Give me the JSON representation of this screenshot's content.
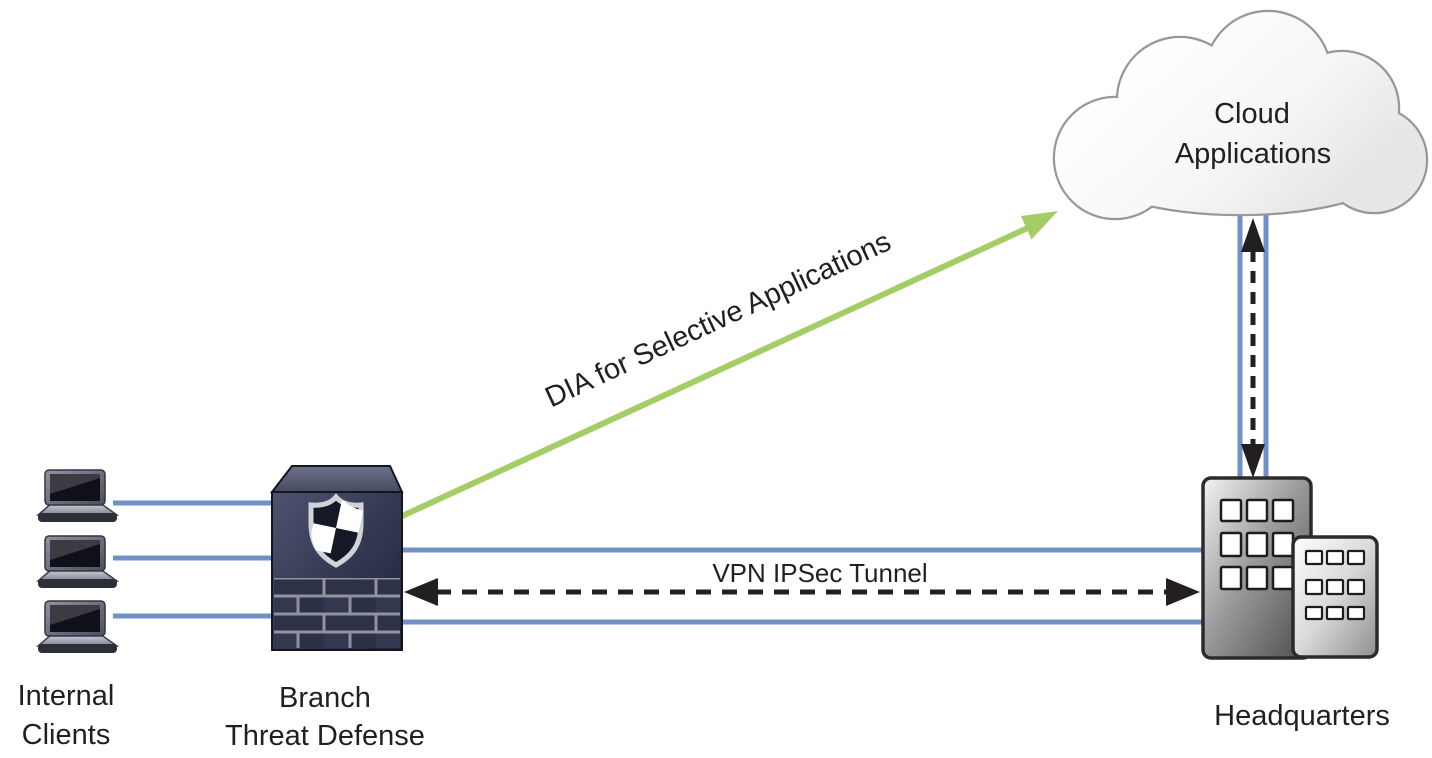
{
  "diagram_type": "network-topology",
  "colors": {
    "background": "#ffffff",
    "link_blue": "#7090c8",
    "dia_green": "#a5cd66",
    "ink": "#231f20",
    "cloud_border": "#97989c"
  },
  "nodes": {
    "internal_clients": {
      "line1": "Internal",
      "line2": "Clients",
      "icon": "laptop-icon",
      "device_count": 3
    },
    "branch_threat_defense": {
      "line1": "Branch",
      "line2": "Threat Defense",
      "icon": "firewall-shield-icon"
    },
    "cloud_applications": {
      "line1": "Cloud",
      "line2": "Applications",
      "icon": "cloud-icon"
    },
    "headquarters": {
      "label": "Headquarters",
      "icon": "office-buildings-icon"
    }
  },
  "links": {
    "dia": {
      "label": "DIA for Selective Applications",
      "style": "solid-arrow",
      "color": "#a5cd66",
      "from": "branch-threat-defense",
      "to": "cloud-applications"
    },
    "vpn": {
      "label": "VPN IPSec Tunnel",
      "style": "dashed-double-arrow",
      "color": "#231f20",
      "from": "branch-threat-defense",
      "to": "headquarters"
    },
    "lan_links": {
      "style": "solid",
      "color": "#7090c8",
      "count": 3
    },
    "wan_links": {
      "style": "solid",
      "color": "#7090c8",
      "count": 2
    },
    "hq_to_cloud": {
      "style": "double-solid-with-dashed-double-arrow",
      "color": "#7090c8"
    }
  }
}
